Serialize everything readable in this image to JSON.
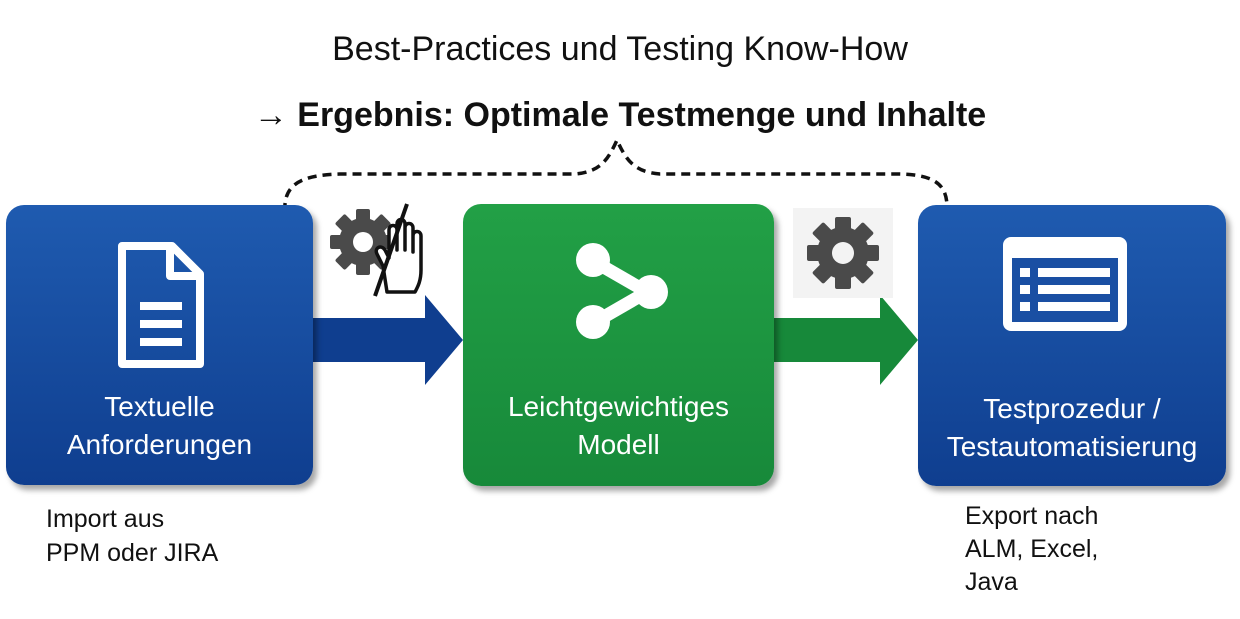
{
  "header": {
    "title": "Best-Practices und Testing Know-How",
    "result_arrow": "→",
    "result": "Ergebnis: Optimale Testmenge und Inhalte"
  },
  "steps": [
    {
      "label": "Textuelle\nAnforderungen",
      "icon": "document-icon",
      "color": "#1a4fa3",
      "note": "Import aus\nPPM oder JIRA"
    },
    {
      "label": "Leichtgewichtiges\nModell",
      "icon": "share-icon",
      "color": "#1f9a42"
    },
    {
      "label": "Testprozedur /\nTestautomatisierung",
      "icon": "list-window-icon",
      "color": "#1a4fa3",
      "note": "Export nach\nALM, Excel,\nJava"
    }
  ],
  "transitions": [
    {
      "from": "Textuelle Anforderungen",
      "to": "Leichtgewichtiges Modell",
      "icon": "gear-no-manual-icon",
      "color": "#0f3e8f"
    },
    {
      "from": "Leichtgewichtiges Modell",
      "to": "Testprozedur / Testautomatisierung",
      "icon": "gear-icon",
      "color": "#17893a"
    }
  ],
  "colors": {
    "blue": "#1a4fa3",
    "green": "#1f9a42",
    "gear": "#4a4a4a"
  }
}
